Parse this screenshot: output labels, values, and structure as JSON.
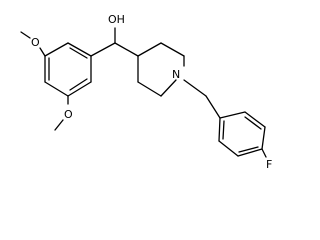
{
  "molecule": {
    "atoms": {
      "hydroxyl": "OH",
      "methoxy_top_o": "O",
      "methoxy_bottom_o": "O",
      "piperidine_n": "N",
      "fluorine": "F"
    }
  },
  "colors": {
    "bond": "#000000",
    "text": "#000000",
    "background": "#ffffff"
  }
}
